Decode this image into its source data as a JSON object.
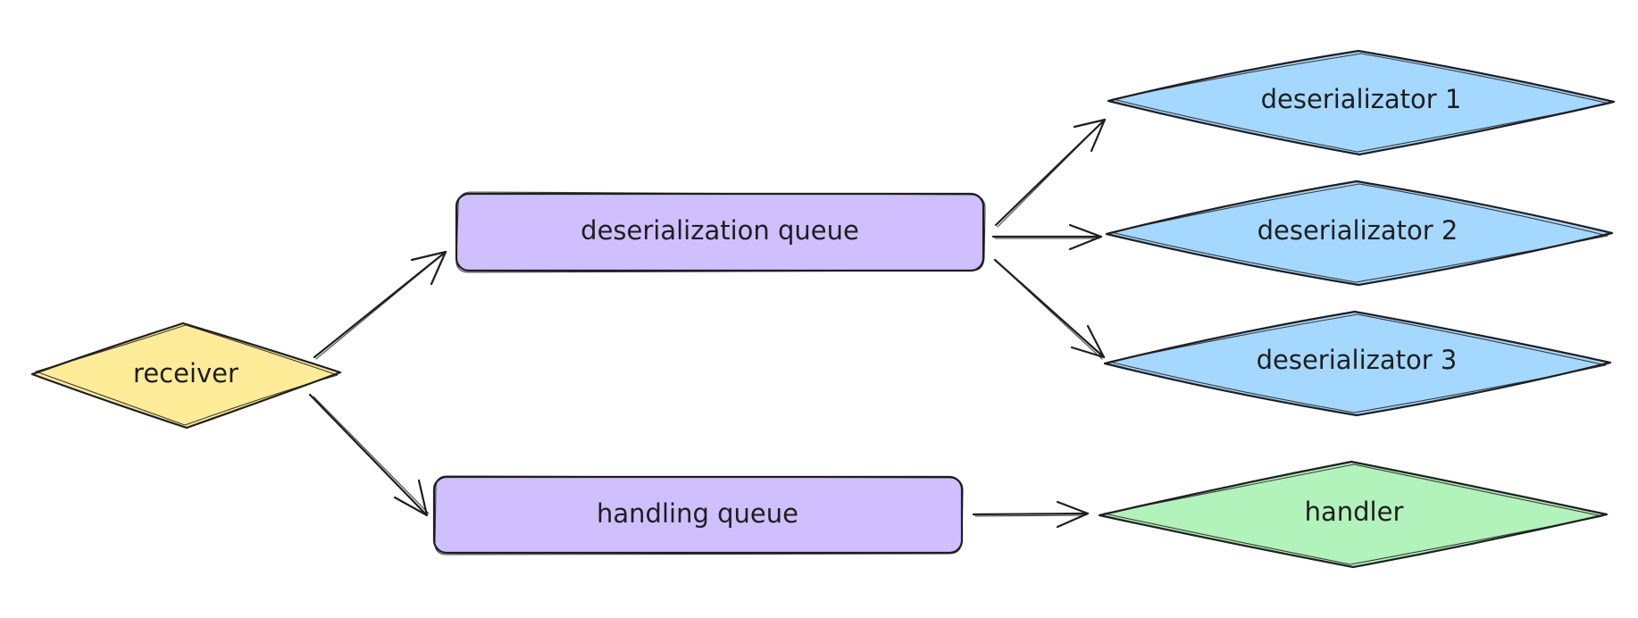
{
  "colors": {
    "receiver_fill": "#ffec99",
    "queue_fill": "#d0bfff",
    "deserializator_fill": "#a5d8ff",
    "handler_fill": "#b2f2bb",
    "stroke": "#1e1e1e"
  },
  "nodes": {
    "receiver": {
      "label": "receiver",
      "shape": "diamond"
    },
    "deserialization_queue": {
      "label": "deserialization queue",
      "shape": "rectangle"
    },
    "handling_queue": {
      "label": "handling queue",
      "shape": "rectangle"
    },
    "deserializator_1": {
      "label": "deserializator 1",
      "shape": "diamond"
    },
    "deserializator_2": {
      "label": "deserializator 2",
      "shape": "diamond"
    },
    "deserializator_3": {
      "label": "deserializator 3",
      "shape": "diamond"
    },
    "handler": {
      "label": "handler",
      "shape": "diamond"
    }
  },
  "edges": [
    {
      "from": "receiver",
      "to": "deserialization_queue"
    },
    {
      "from": "receiver",
      "to": "handling_queue"
    },
    {
      "from": "deserialization_queue",
      "to": "deserializator_1"
    },
    {
      "from": "deserialization_queue",
      "to": "deserializator_2"
    },
    {
      "from": "deserialization_queue",
      "to": "deserializator_3"
    },
    {
      "from": "handling_queue",
      "to": "handler"
    }
  ]
}
